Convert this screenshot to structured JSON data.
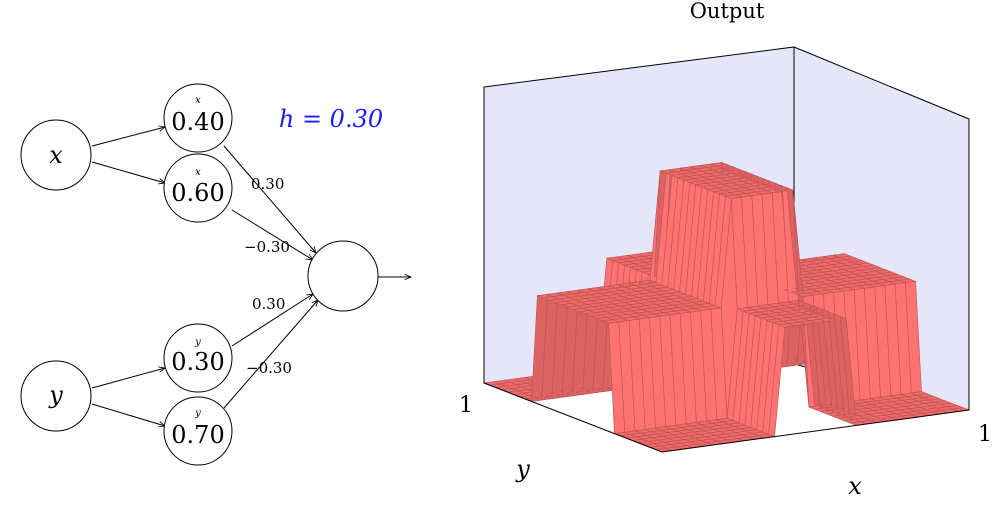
{
  "network": {
    "inputs": [
      {
        "id": "x",
        "label": "x"
      },
      {
        "id": "y",
        "label": "y"
      }
    ],
    "hidden": [
      {
        "var": "x",
        "bias": "0.40"
      },
      {
        "var": "x",
        "bias": "0.60"
      },
      {
        "var": "y",
        "bias": "0.30"
      },
      {
        "var": "y",
        "bias": "0.70"
      }
    ],
    "weights": [
      "0.30",
      "−0.30",
      "0.30",
      "−0.30"
    ],
    "h_label": "h = 0.30",
    "h_color": "#1a1aff"
  },
  "plot": {
    "title": "Output",
    "x_label": "x",
    "y_label": "y",
    "x_tick": "1",
    "y_tick": "1",
    "surface_color": "#f06a6a",
    "wall_color": "#e6e6fa",
    "heights": {
      "base": 0.0,
      "arms": 0.3,
      "center": 0.6
    }
  }
}
